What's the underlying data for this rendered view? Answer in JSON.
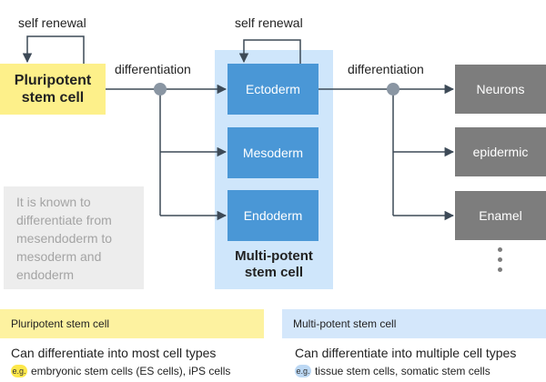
{
  "pluripotent": {
    "label_line1": "Pluripotent",
    "label_line2": "stem cell",
    "self_renewal": "self renewal",
    "differentiation": "differentiation"
  },
  "multipotent": {
    "self_renewal": "self renewal",
    "ectoderm": "Ectoderm",
    "mesoderm": "Mesoderm",
    "endoderm": "Endoderm",
    "title_line1": "Multi-potent",
    "title_line2": "stem cell",
    "differentiation": "differentiation"
  },
  "targets": {
    "neurons": "Neurons",
    "epidermic": "epidermic",
    "enamel": "Enamel"
  },
  "note": {
    "lines": [
      "It is known to",
      "differentiate from",
      "mesendoderm to",
      "mesoderm and",
      "endoderm"
    ]
  },
  "legend": {
    "left": {
      "header": "Pluripotent stem cell",
      "description": "Can differentiate into most cell types",
      "eg": "e.g.",
      "examples": "embryonic stem cells (ES cells), iPS cells"
    },
    "right": {
      "header": "Multi-potent stem cell",
      "description": "Can differentiate into multiple cell types",
      "eg": "e.g.",
      "examples": "tissue stem cells, somatic stem cells"
    }
  },
  "colors": {
    "pluripotent": "#fdf08a",
    "multipotent_panel": "#cfe6fb",
    "germ_layer": "#4a97d6",
    "target": "#7d7d7d",
    "line": "#3d4a57"
  }
}
